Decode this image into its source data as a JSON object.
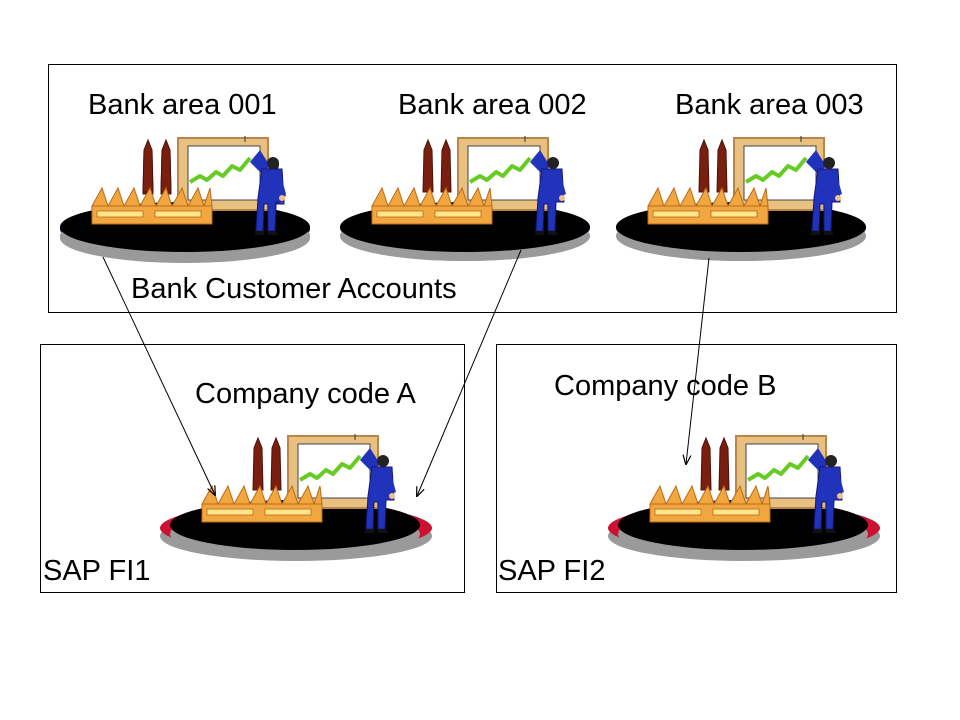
{
  "bank_panel": {
    "areas": [
      {
        "label": "Bank area 001"
      },
      {
        "label": "Bank area 002"
      },
      {
        "label": "Bank area 003"
      }
    ],
    "caption": "Bank Customer Accounts",
    "platform_color": "#3333CC"
  },
  "fi_panels": [
    {
      "system_label": "SAP FI1",
      "company_label": "Company code A",
      "platform_color": "#CC1133"
    },
    {
      "system_label": "SAP FI2",
      "company_label": "Company code B",
      "platform_color": "#CC1133"
    }
  ],
  "icons": {
    "scene": "factory-presenter-chart-icon"
  },
  "colors": {
    "factory": "#F2A640",
    "chimney": "#7A1F10",
    "board_frame": "#E8C080",
    "chart_line": "#66CC22",
    "person": "#2233BB"
  },
  "links": [
    {
      "from": "Bank area 001",
      "to": "Company code A"
    },
    {
      "from": "Bank area 002",
      "to": "Company code A"
    },
    {
      "from": "Bank area 003",
      "to": "Company code B"
    }
  ]
}
